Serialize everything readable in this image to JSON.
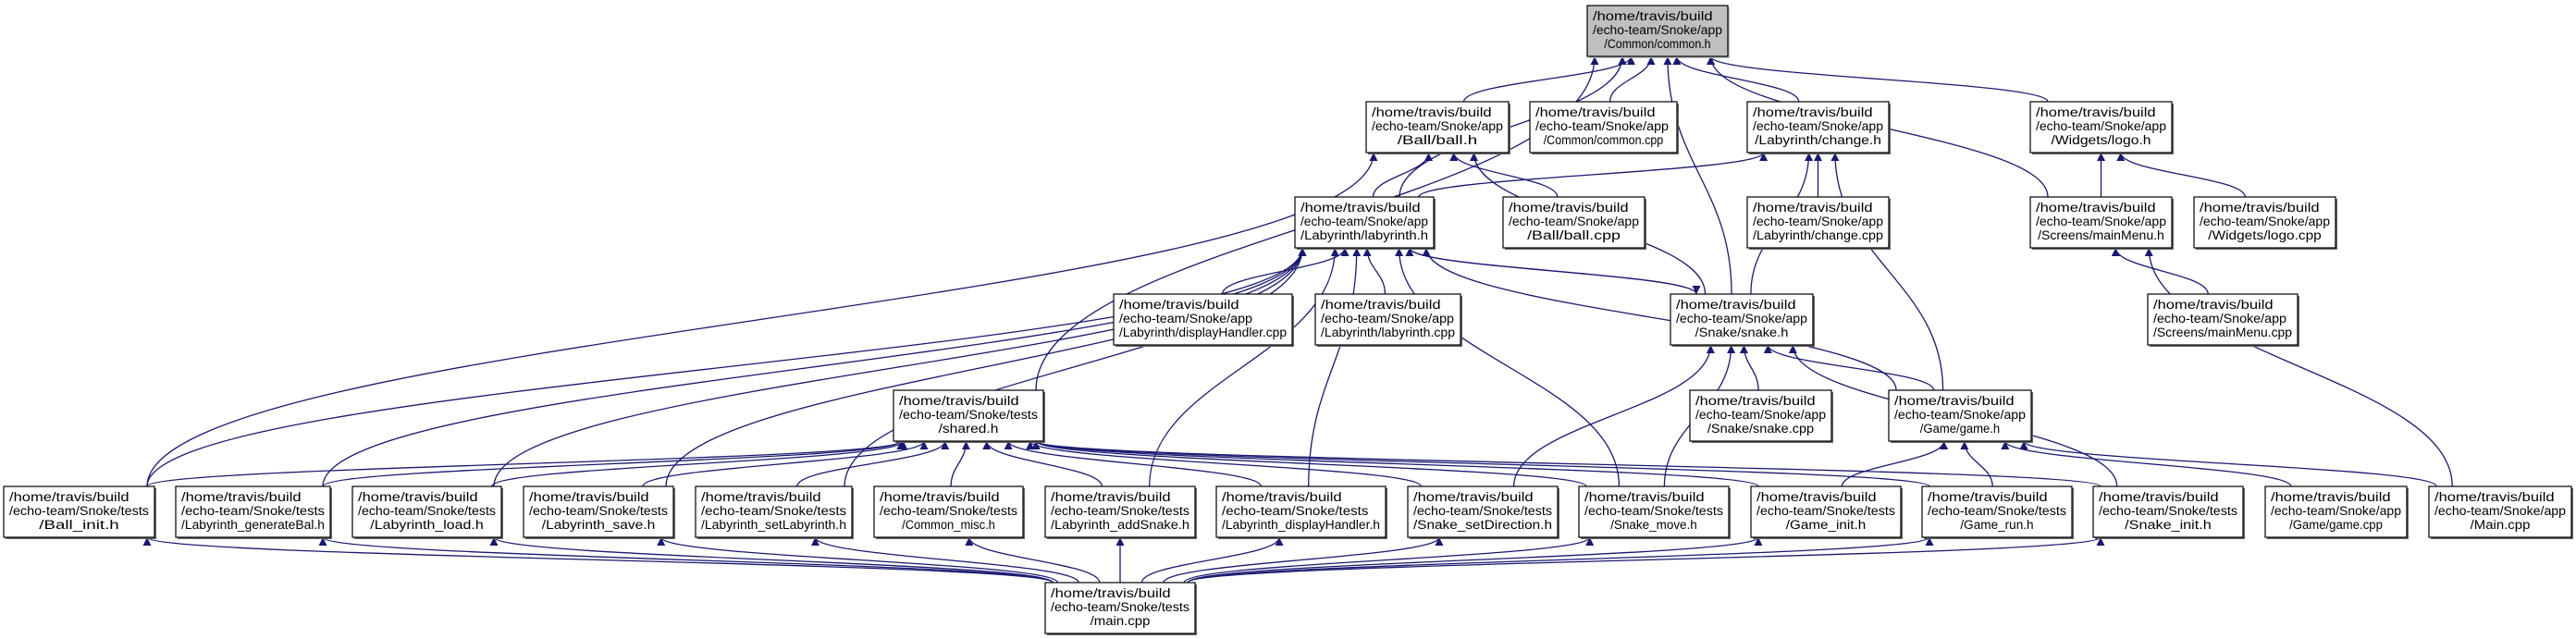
{
  "colors": {
    "edge": "#191970",
    "highlight_fill": "#bfbfbf",
    "node_fill": "#ffffff"
  },
  "nodes": [
    {
      "id": "common_h",
      "lines": [
        "/home/travis/build",
        "/echo-team/Snoke/app",
        "/Common/common.h"
      ],
      "highlighted": true
    },
    {
      "id": "ball_h",
      "lines": [
        "/home/travis/build",
        "/echo-team/Snoke/app",
        "/Ball/ball.h"
      ]
    },
    {
      "id": "common_cpp",
      "lines": [
        "/home/travis/build",
        "/echo-team/Snoke/app",
        "/Common/common.cpp"
      ]
    },
    {
      "id": "change_h",
      "lines": [
        "/home/travis/build",
        "/echo-team/Snoke/app",
        "/Labyrinth/change.h"
      ]
    },
    {
      "id": "logo_h",
      "lines": [
        "/home/travis/build",
        "/echo-team/Snoke/app",
        "/Widgets/logo.h"
      ]
    },
    {
      "id": "labyrinth_h",
      "lines": [
        "/home/travis/build",
        "/echo-team/Snoke/app",
        "/Labyrinth/labyrinth.h"
      ]
    },
    {
      "id": "ball_cpp",
      "lines": [
        "/home/travis/build",
        "/echo-team/Snoke/app",
        "/Ball/ball.cpp"
      ]
    },
    {
      "id": "change_cpp",
      "lines": [
        "/home/travis/build",
        "/echo-team/Snoke/app",
        "/Labyrinth/change.cpp"
      ]
    },
    {
      "id": "mainMenu_h",
      "lines": [
        "/home/travis/build",
        "/echo-team/Snoke/app",
        "/Screens/mainMenu.h"
      ]
    },
    {
      "id": "logo_cpp",
      "lines": [
        "/home/travis/build",
        "/echo-team/Snoke/app",
        "/Widgets/logo.cpp"
      ]
    },
    {
      "id": "displayHandler_cpp",
      "lines": [
        "/home/travis/build",
        "/echo-team/Snoke/app",
        "/Labyrinth/displayHandler.cpp"
      ]
    },
    {
      "id": "labyrinth_cpp",
      "lines": [
        "/home/travis/build",
        "/echo-team/Snoke/app",
        "/Labyrinth/labyrinth.cpp"
      ]
    },
    {
      "id": "snake_h",
      "lines": [
        "/home/travis/build",
        "/echo-team/Snoke/app",
        "/Snake/snake.h"
      ]
    },
    {
      "id": "mainMenu_cpp",
      "lines": [
        "/home/travis/build",
        "/echo-team/Snoke/app",
        "/Screens/mainMenu.cpp"
      ]
    },
    {
      "id": "shared_h",
      "lines": [
        "/home/travis/build",
        "/echo-team/Snoke/tests",
        "/shared.h"
      ]
    },
    {
      "id": "snake_cpp",
      "lines": [
        "/home/travis/build",
        "/echo-team/Snoke/app",
        "/Snake/snake.cpp"
      ]
    },
    {
      "id": "game_h",
      "lines": [
        "/home/travis/build",
        "/echo-team/Snoke/app",
        "/Game/game.h"
      ]
    },
    {
      "id": "Ball_init_h",
      "lines": [
        "/home/travis/build",
        "/echo-team/Snoke/tests",
        "/Ball_init.h"
      ]
    },
    {
      "id": "Labyrinth_generateBal_h",
      "lines": [
        "/home/travis/build",
        "/echo-team/Snoke/tests",
        "/Labyrinth_generateBal.h"
      ]
    },
    {
      "id": "Labyrinth_load_h",
      "lines": [
        "/home/travis/build",
        "/echo-team/Snoke/tests",
        "/Labyrinth_load.h"
      ]
    },
    {
      "id": "Labyrinth_save_h",
      "lines": [
        "/home/travis/build",
        "/echo-team/Snoke/tests",
        "/Labyrinth_save.h"
      ]
    },
    {
      "id": "Labyrinth_setLabyrinth_h",
      "lines": [
        "/home/travis/build",
        "/echo-team/Snoke/tests",
        "/Labyrinth_setLabyrinth.h"
      ]
    },
    {
      "id": "Common_misc_h",
      "lines": [
        "/home/travis/build",
        "/echo-team/Snoke/tests",
        "/Common_misc.h"
      ]
    },
    {
      "id": "Labyrinth_addSnake_h",
      "lines": [
        "/home/travis/build",
        "/echo-team/Snoke/tests",
        "/Labyrinth_addSnake.h"
      ]
    },
    {
      "id": "Labyrinth_displayHandler_h",
      "lines": [
        "/home/travis/build",
        "/echo-team/Snoke/tests",
        "/Labyrinth_displayHandler.h"
      ]
    },
    {
      "id": "Snake_setDirection_h",
      "lines": [
        "/home/travis/build",
        "/echo-team/Snoke/tests",
        "/Snake_setDirection.h"
      ]
    },
    {
      "id": "Snake_move_h",
      "lines": [
        "/home/travis/build",
        "/echo-team/Snoke/tests",
        "/Snake_move.h"
      ]
    },
    {
      "id": "Game_init_h",
      "lines": [
        "/home/travis/build",
        "/echo-team/Snoke/tests",
        "/Game_init.h"
      ]
    },
    {
      "id": "Game_run_h",
      "lines": [
        "/home/travis/build",
        "/echo-team/Snoke/tests",
        "/Game_run.h"
      ]
    },
    {
      "id": "Snake_init_h",
      "lines": [
        "/home/travis/build",
        "/echo-team/Snoke/tests",
        "/Snake_init.h"
      ]
    },
    {
      "id": "game_cpp",
      "lines": [
        "/home/travis/build",
        "/echo-team/Snoke/app",
        "/Game/game.cpp"
      ]
    },
    {
      "id": "Main_cpp",
      "lines": [
        "/home/travis/build",
        "/echo-team/Snoke/app",
        "/Main.cpp"
      ]
    },
    {
      "id": "main_cpp",
      "lines": [
        "/home/travis/build",
        "/echo-team/Snoke/tests",
        "/main.cpp"
      ]
    }
  ],
  "edges": [
    {
      "from": "ball_h",
      "to": "common_h"
    },
    {
      "from": "common_cpp",
      "to": "common_h"
    },
    {
      "from": "change_h",
      "to": "common_h"
    },
    {
      "from": "logo_h",
      "to": "common_h"
    },
    {
      "from": "labyrinth_h",
      "to": "common_h"
    },
    {
      "from": "shared_h",
      "to": "common_h"
    },
    {
      "from": "snake_h",
      "to": "common_h"
    },
    {
      "from": "mainMenu_h",
      "to": "common_h"
    },
    {
      "from": "labyrinth_h",
      "to": "ball_h"
    },
    {
      "from": "ball_cpp",
      "to": "ball_h"
    },
    {
      "from": "Ball_init_h",
      "to": "ball_h"
    },
    {
      "from": "snake_h",
      "to": "ball_h"
    },
    {
      "from": "labyrinth_h",
      "to": "change_h"
    },
    {
      "from": "change_cpp",
      "to": "change_h"
    },
    {
      "from": "snake_h",
      "to": "change_h"
    },
    {
      "from": "game_h",
      "to": "change_h"
    },
    {
      "from": "mainMenu_h",
      "to": "logo_h"
    },
    {
      "from": "logo_cpp",
      "to": "logo_h"
    },
    {
      "from": "displayHandler_cpp",
      "to": "labyrinth_h"
    },
    {
      "from": "labyrinth_cpp",
      "to": "labyrinth_h"
    },
    {
      "from": "snake_h",
      "to": "labyrinth_h"
    },
    {
      "from": "Ball_init_h",
      "to": "labyrinth_h"
    },
    {
      "from": "Labyrinth_generateBal_h",
      "to": "labyrinth_h"
    },
    {
      "from": "Labyrinth_load_h",
      "to": "labyrinth_h"
    },
    {
      "from": "Labyrinth_save_h",
      "to": "labyrinth_h"
    },
    {
      "from": "Labyrinth_setLabyrinth_h",
      "to": "labyrinth_h"
    },
    {
      "from": "Labyrinth_addSnake_h",
      "to": "labyrinth_h"
    },
    {
      "from": "Labyrinth_displayHandler_h",
      "to": "labyrinth_h"
    },
    {
      "from": "Snake_move_h",
      "to": "labyrinth_h"
    },
    {
      "from": "game_h",
      "to": "labyrinth_h"
    },
    {
      "from": "Main_cpp",
      "to": "mainMenu_h"
    },
    {
      "from": "mainMenu_cpp",
      "to": "mainMenu_h"
    },
    {
      "from": "labyrinth_h",
      "to": "snake_h"
    },
    {
      "from": "snake_cpp",
      "to": "snake_h"
    },
    {
      "from": "game_h",
      "to": "snake_h"
    },
    {
      "from": "Snake_setDirection_h",
      "to": "snake_h"
    },
    {
      "from": "Snake_move_h",
      "to": "snake_h"
    },
    {
      "from": "Snake_init_h",
      "to": "snake_h"
    },
    {
      "from": "Game_init_h",
      "to": "game_h"
    },
    {
      "from": "Game_run_h",
      "to": "game_h"
    },
    {
      "from": "game_cpp",
      "to": "game_h"
    },
    {
      "from": "Main_cpp",
      "to": "game_h"
    },
    {
      "from": "Ball_init_h",
      "to": "shared_h"
    },
    {
      "from": "Labyrinth_generateBal_h",
      "to": "shared_h"
    },
    {
      "from": "Labyrinth_load_h",
      "to": "shared_h"
    },
    {
      "from": "Labyrinth_save_h",
      "to": "shared_h"
    },
    {
      "from": "Labyrinth_setLabyrinth_h",
      "to": "shared_h"
    },
    {
      "from": "Common_misc_h",
      "to": "shared_h"
    },
    {
      "from": "Labyrinth_addSnake_h",
      "to": "shared_h"
    },
    {
      "from": "Labyrinth_displayHandler_h",
      "to": "shared_h"
    },
    {
      "from": "Snake_setDirection_h",
      "to": "shared_h"
    },
    {
      "from": "Snake_move_h",
      "to": "shared_h"
    },
    {
      "from": "Game_init_h",
      "to": "shared_h"
    },
    {
      "from": "Game_run_h",
      "to": "shared_h"
    },
    {
      "from": "Snake_init_h",
      "to": "shared_h"
    },
    {
      "from": "main_cpp",
      "to": "Ball_init_h"
    },
    {
      "from": "main_cpp",
      "to": "Labyrinth_generateBal_h"
    },
    {
      "from": "main_cpp",
      "to": "Labyrinth_load_h"
    },
    {
      "from": "main_cpp",
      "to": "Labyrinth_save_h"
    },
    {
      "from": "main_cpp",
      "to": "Labyrinth_setLabyrinth_h"
    },
    {
      "from": "main_cpp",
      "to": "Common_misc_h"
    },
    {
      "from": "main_cpp",
      "to": "Labyrinth_addSnake_h"
    },
    {
      "from": "main_cpp",
      "to": "Labyrinth_displayHandler_h"
    },
    {
      "from": "main_cpp",
      "to": "Snake_setDirection_h"
    },
    {
      "from": "main_cpp",
      "to": "Snake_move_h"
    },
    {
      "from": "main_cpp",
      "to": "Game_init_h"
    },
    {
      "from": "main_cpp",
      "to": "Game_run_h"
    },
    {
      "from": "main_cpp",
      "to": "Snake_init_h"
    }
  ]
}
